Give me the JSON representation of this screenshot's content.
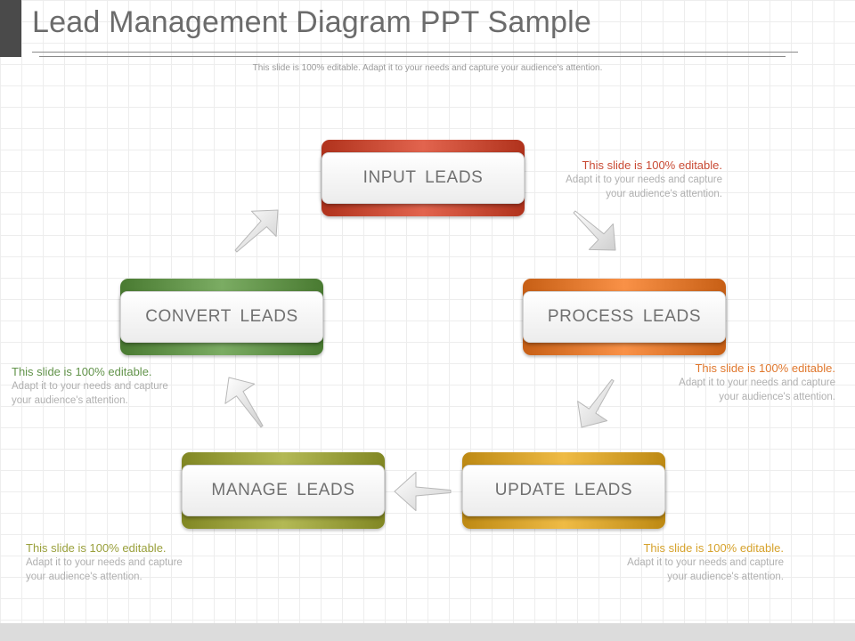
{
  "slide": {
    "title": "Lead Management Diagram PPT Sample",
    "subtitle": "This slide is 100% editable. Adapt it to your needs and capture your audience's attention."
  },
  "colors": {
    "input": "#c94b35",
    "process": "#e0782e",
    "update": "#d6a22c",
    "manage": "#9aa03c",
    "convert": "#62934a"
  },
  "nodes": {
    "input": "INPUT  LEADS",
    "process": "PROCESS LEADS",
    "update": "UPDATE  LEADS",
    "manage": "MANAGE  LEADS",
    "convert": "CONVERT  LEADS"
  },
  "notes": {
    "input": {
      "heading": "This slide is 100% editable.",
      "body1": "Adapt it to your needs and capture",
      "body2": "your audience's  attention."
    },
    "process": {
      "heading": "This slide is 100% editable.",
      "body1": "Adapt it to your needs and capture",
      "body2": "your audience's  attention."
    },
    "update": {
      "heading": "This slide is 100% editable.",
      "body1": "Adapt it to your needs and capture",
      "body2": "your audience's  attention."
    },
    "manage": {
      "heading": "This slide is 100% editable.",
      "body1": "Adapt it to your needs and capture",
      "body2": "your audience's  attention."
    },
    "convert": {
      "heading": "This slide is 100% editable.",
      "body1": "Adapt it to your needs and capture",
      "body2": "your audience's  attention."
    }
  },
  "icons": {
    "flow_arrow": "arrow-icon"
  }
}
